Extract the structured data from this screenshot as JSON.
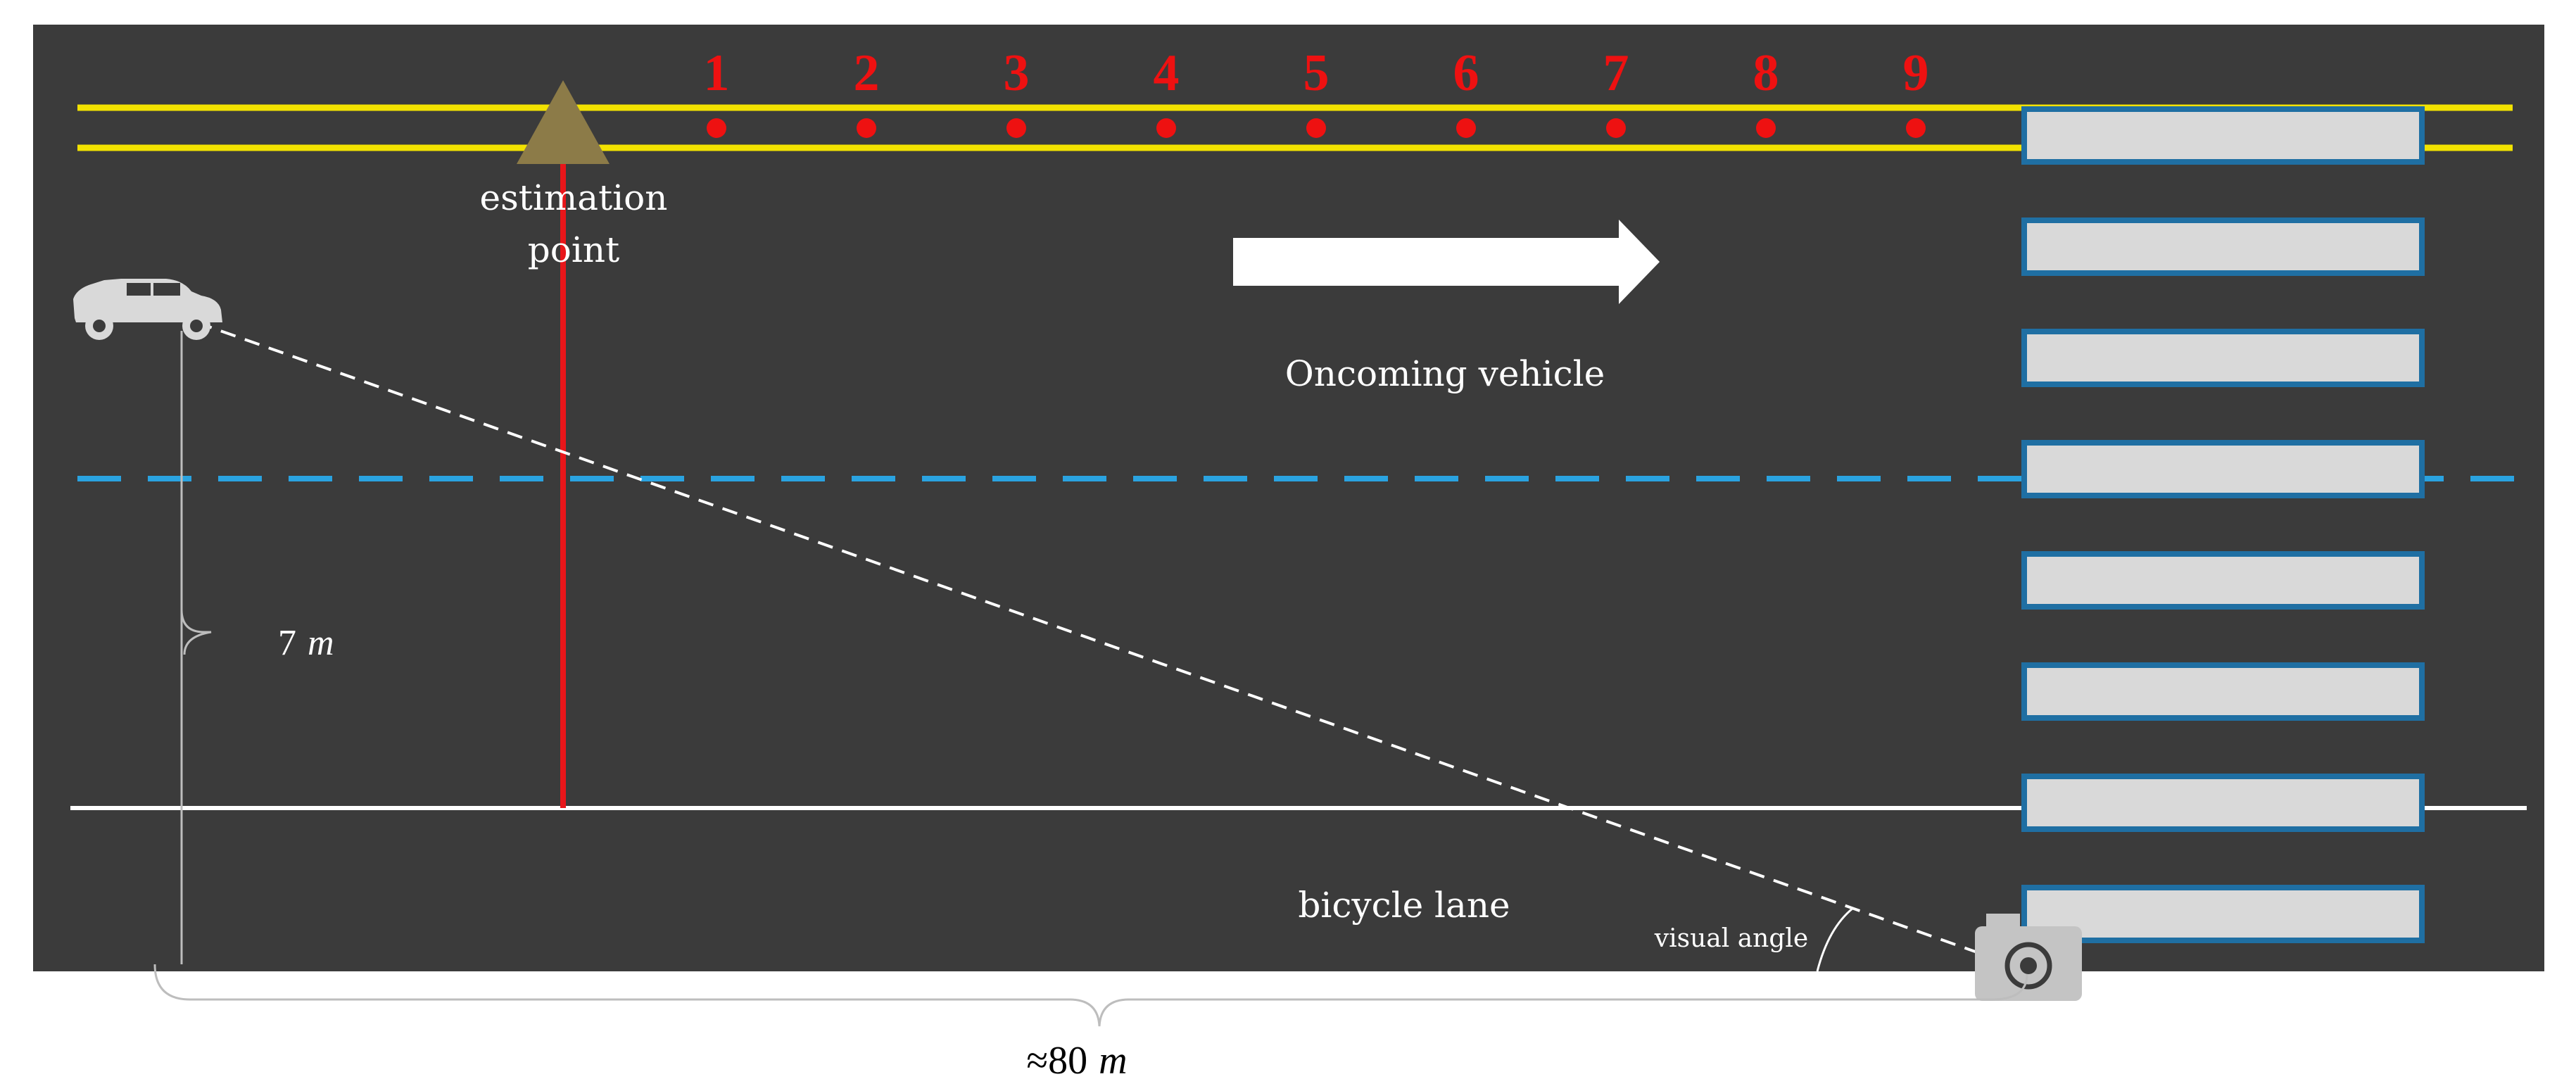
{
  "diagram": {
    "estimation_point_label_line1": "estimation",
    "estimation_point_label_line2": "point",
    "direction_label": "Oncoming vehicle",
    "bicycle_lane_label": "bicycle lane",
    "visual_angle_label": "visual angle",
    "lateral_distance": {
      "value": "7",
      "unit": "m"
    },
    "longitudinal_distance": {
      "prefix": "≈",
      "value": "80",
      "unit": "m"
    },
    "positions": [
      "1",
      "2",
      "3",
      "4",
      "5",
      "6",
      "7",
      "8",
      "9"
    ],
    "crosswalk_stripe_count": 8,
    "colors": {
      "road": "#3b3b3b",
      "center_line": "#f2e200",
      "lane_divider": "#2aa3e0",
      "edge_line": "#ffffff",
      "estimation_line": "#e8161a",
      "position_marker": "#ee1111",
      "triangle": "#8c7b48",
      "crosswalk_fill": "#d9d9d9",
      "crosswalk_border": "#1f6fa3"
    },
    "icons": {
      "vehicle": "car-icon",
      "observer": "camera-icon",
      "estimation_point": "triangle-marker-icon",
      "direction": "arrow-right-icon"
    }
  }
}
